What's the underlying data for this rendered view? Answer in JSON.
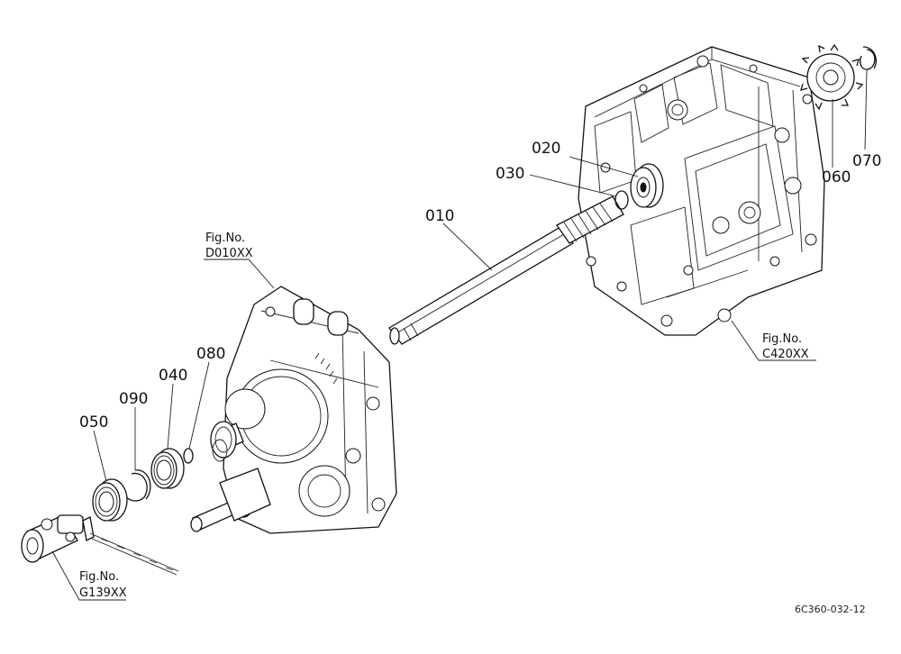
{
  "part_labels": {
    "p010": "010",
    "p020": "020",
    "p030": "030",
    "p040": "040",
    "p050": "050",
    "p060": "060",
    "p070": "070",
    "p080": "080",
    "p090": "090"
  },
  "figure_refs": {
    "d010": {
      "line1": "Fig.No.",
      "line2": "D010XX"
    },
    "c420": {
      "line1": "Fig.No.",
      "line2": "C420XX"
    },
    "g139": {
      "line1": "Fig.No.",
      "line2": "G139XX"
    }
  },
  "drawing_id": "6C360-032-12"
}
